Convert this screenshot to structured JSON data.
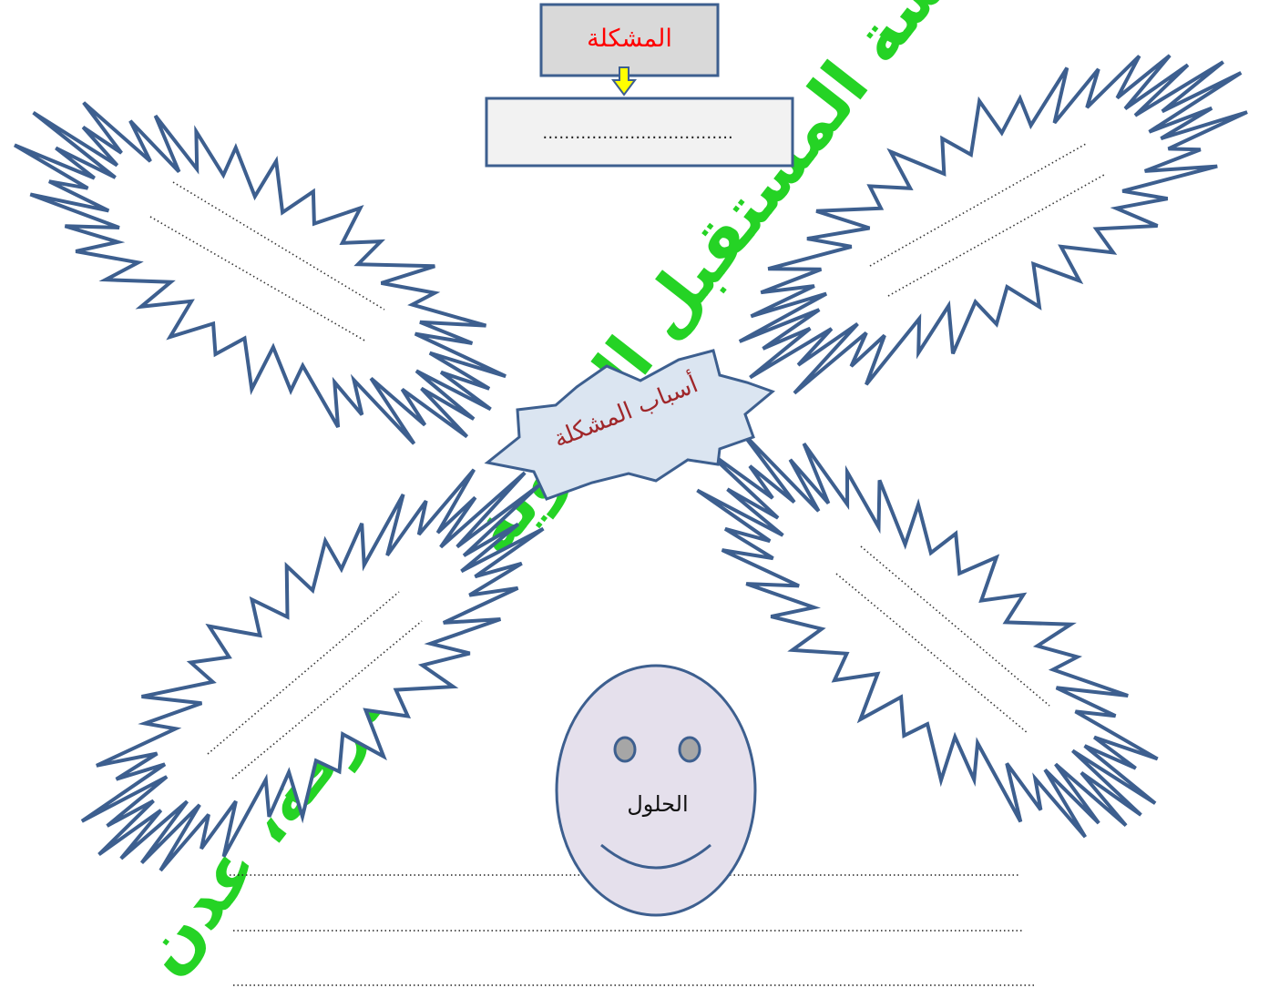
{
  "problem": {
    "title": "المشكلة",
    "answer_line": "…………………………….."
  },
  "causes": {
    "center_label": "أسباب المشكلة",
    "blank_short": "……………………………",
    "blank_long": "………………………………….."
  },
  "solutions": {
    "label": "الحلول",
    "lines": [
      "……………………………………………………………………………………………………………….",
      "……………………………………………………………………………………………………………….",
      "……………………………………………………………………………………………………………….."
    ]
  },
  "watermark": {
    "text": "مدونة مدرسة المستقبل التربوية - الشارقة، عدن"
  },
  "colors": {
    "outline": "#3d5f8f",
    "problem_box_fill": "#d9d9d9",
    "answer_box_fill": "#f2f2f2",
    "problem_title": "#ff0000",
    "center_fill": "#dbe5f1",
    "center_text": "#a0272a",
    "face_fill": "#e5e0ec",
    "face_eye_fill": "#a6a6a6",
    "arrow_fill": "#ffff00",
    "watermark": "#00cc00"
  }
}
